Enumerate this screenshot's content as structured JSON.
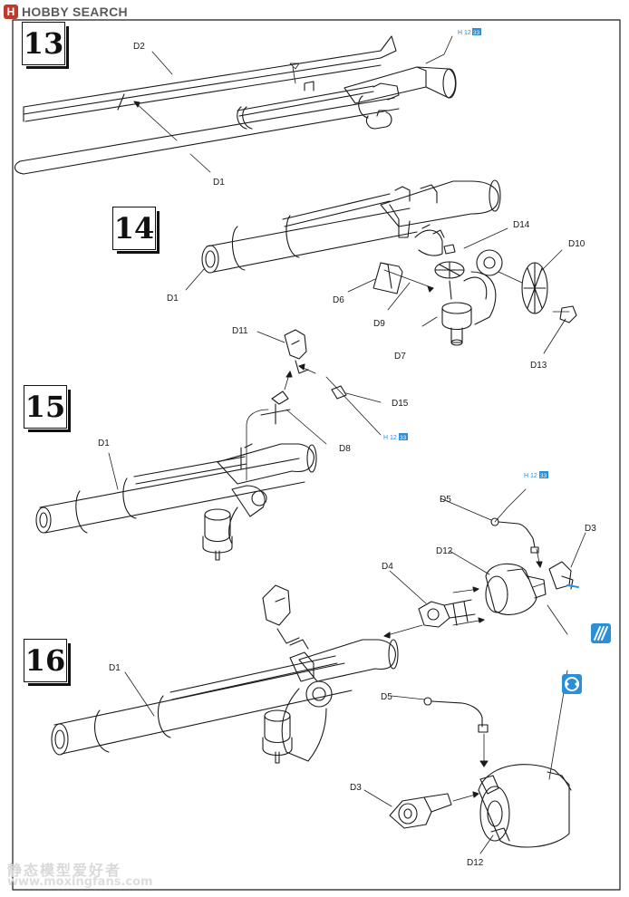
{
  "header": {
    "brand_mark": "H",
    "brand": "HOBBY SEARCH"
  },
  "steps": [
    "13",
    "14",
    "15",
    "16"
  ],
  "part_labels": {
    "d1": "D1",
    "d2": "D2",
    "d3": "D3",
    "d4": "D4",
    "d5": "D5",
    "d6": "D6",
    "d7": "D7",
    "d8": "D8",
    "d9": "D9",
    "d10": "D10",
    "d11": "D11",
    "d12": "D12",
    "d13": "D13",
    "d14": "D14",
    "d15": "D15"
  },
  "paint_callout": {
    "code": "H 12",
    "swatch": "33"
  },
  "colors": {
    "ink": "#1a1a1a",
    "paint_blue": "#2a8fd6",
    "icon_blue": "#2a8fd6"
  },
  "icons": [
    "cement-glue-icon",
    "rotate-moving-parts-icon"
  ],
  "footer": {
    "cn": "静态模型爱好者",
    "url": "www.moxingfans.com"
  }
}
